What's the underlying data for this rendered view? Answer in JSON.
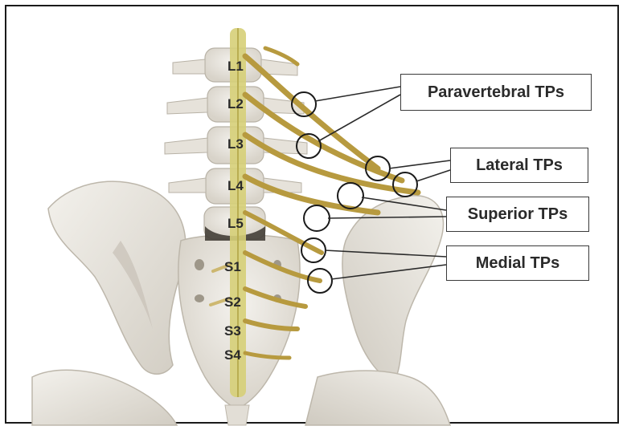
{
  "figure": {
    "callouts": [
      {
        "id": "paravertebral",
        "label": "Paravertebral TPs"
      },
      {
        "id": "lateral",
        "label": "Lateral TPs"
      },
      {
        "id": "superior",
        "label": "Superior TPs"
      },
      {
        "id": "medial",
        "label": "Medial TPs"
      }
    ],
    "vertebra_labels": [
      "L1",
      "L2",
      "L3",
      "L4",
      "L5",
      "S1",
      "S2",
      "S3",
      "S4"
    ],
    "colors": {
      "bone": "#e9e6e0",
      "bone_shadow": "#c9c4ba",
      "nerve": "#b79a3f",
      "spinal_cord": "#d6cf78",
      "marker_circle": "#1a1a1a",
      "frame": "#1a1a1a"
    }
  }
}
